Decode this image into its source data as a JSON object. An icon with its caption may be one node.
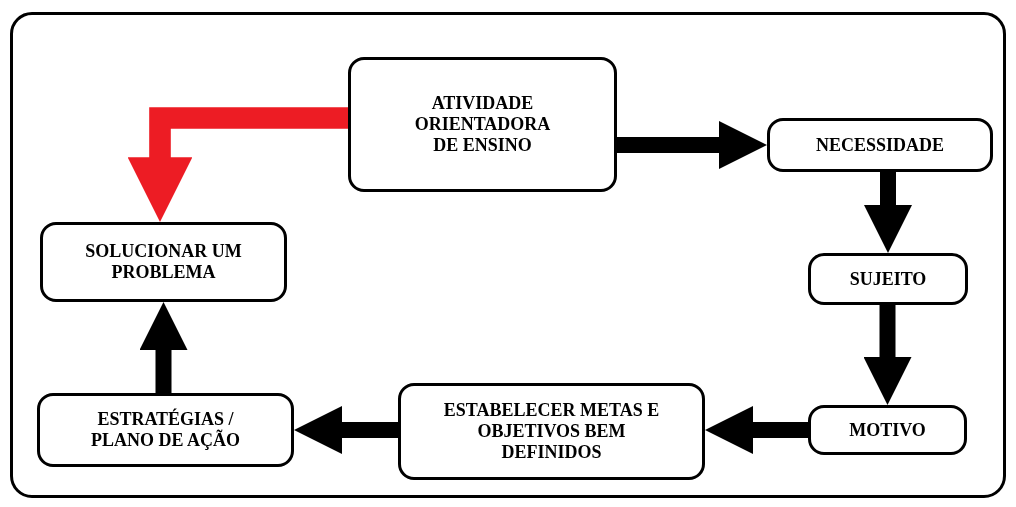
{
  "diagram": {
    "nodes": [
      {
        "text": [
          "ATIVIDADE ORIENTADORA DE ENSINO"
        ]
      },
      {
        "text": [
          "NECESSIDADE"
        ]
      },
      {
        "text": [
          "SUJEITO"
        ]
      },
      {
        "text": [
          "MOTIVO"
        ]
      },
      {
        "text": [
          "ESTABELECER METAS E OBJETIVOS BEM DEFINIDOS"
        ]
      },
      {
        "text": [
          "ESTRATÉGIAS / PLANO DE AÇÃO"
        ]
      },
      {
        "text": [
          "SOLUCIONAR UM PROBLEMA"
        ]
      }
    ],
    "edges": [
      {
        "from": 0,
        "to": 1,
        "arrow": "to"
      },
      {
        "from": 1,
        "to": 2,
        "arrow": "to"
      },
      {
        "from": 2,
        "to": 3,
        "arrow": "to"
      },
      {
        "from": 3,
        "to": 4,
        "arrow": "to"
      },
      {
        "from": 4,
        "to": 5,
        "arrow": "to"
      },
      {
        "from": 5,
        "to": 6,
        "arrow": "to"
      },
      {
        "from": 0,
        "to": 6,
        "arrow": "to",
        "color": "#ed1c24"
      }
    ]
  }
}
